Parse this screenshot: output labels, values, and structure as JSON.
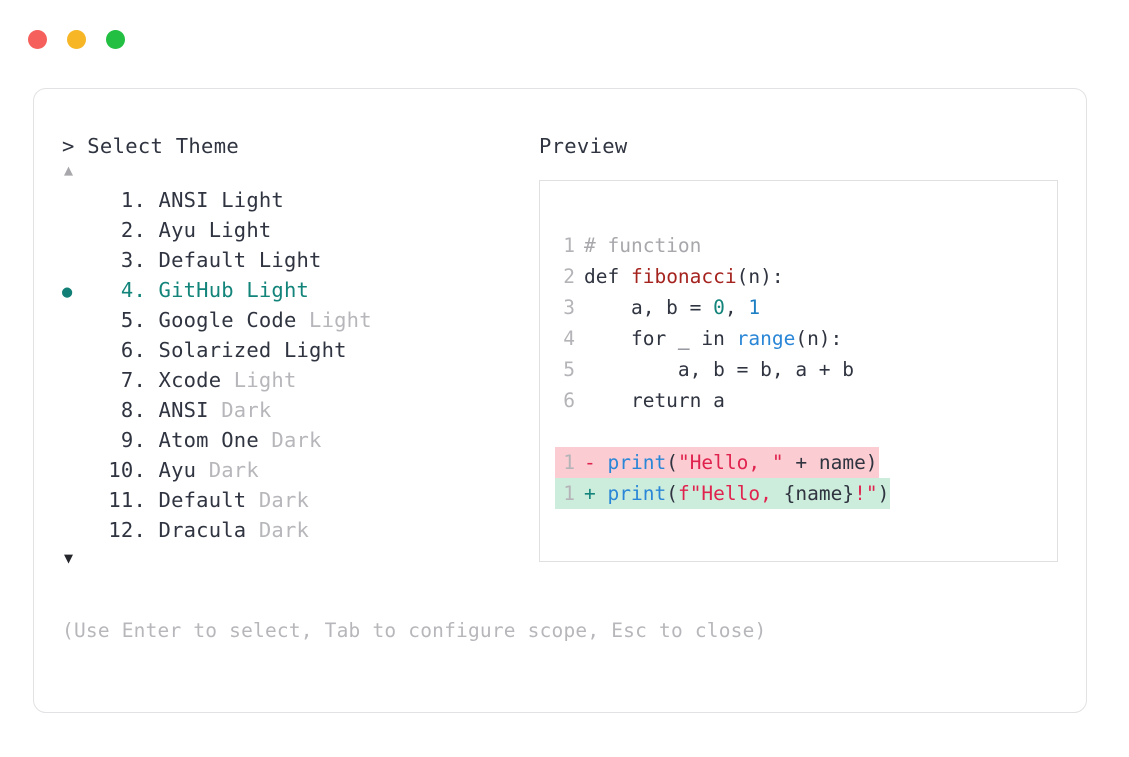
{
  "window": {
    "traffic_lights": [
      {
        "name": "close",
        "color": "#f6605c"
      },
      {
        "name": "minimize",
        "color": "#f6b626"
      },
      {
        "name": "maximize",
        "color": "#22bf42"
      }
    ]
  },
  "picker": {
    "prompt": "> Select Theme",
    "scroll_up_icon": "▲",
    "scroll_down_icon": "▼",
    "selected_index": 4,
    "selected_bullet": "●",
    "items": [
      {
        "index": "1.",
        "name": "ANSI",
        "variant": " Light",
        "variant_dim": false,
        "selected": false
      },
      {
        "index": "2.",
        "name": "Ayu",
        "variant": " Light",
        "variant_dim": false,
        "selected": false
      },
      {
        "index": "3.",
        "name": "Default",
        "variant": " Light",
        "variant_dim": false,
        "selected": false
      },
      {
        "index": "4.",
        "name": "GitHub",
        "variant": " Light",
        "variant_dim": false,
        "selected": true
      },
      {
        "index": "5.",
        "name": "Google Code",
        "variant": " Light",
        "variant_dim": true,
        "selected": false
      },
      {
        "index": "6.",
        "name": "Solarized",
        "variant": " Light",
        "variant_dim": false,
        "selected": false
      },
      {
        "index": "7.",
        "name": "Xcode",
        "variant": " Light",
        "variant_dim": true,
        "selected": false
      },
      {
        "index": "8.",
        "name": "ANSI",
        "variant": " Dark",
        "variant_dim": true,
        "selected": false
      },
      {
        "index": "9.",
        "name": "Atom One",
        "variant": " Dark",
        "variant_dim": true,
        "selected": false
      },
      {
        "index": "10.",
        "name": "Ayu",
        "variant": " Dark",
        "variant_dim": true,
        "selected": false
      },
      {
        "index": "11.",
        "name": "Default",
        "variant": " Dark",
        "variant_dim": true,
        "selected": false
      },
      {
        "index": "12.",
        "name": "Dracula",
        "variant": " Dark",
        "variant_dim": true,
        "selected": false
      }
    ]
  },
  "preview": {
    "label": "Preview",
    "code_lines": [
      {
        "num": "1",
        "segments": [
          {
            "text": "# function",
            "cls": "tok-comment"
          }
        ]
      },
      {
        "num": "2",
        "segments": [
          {
            "text": "def ",
            "cls": "tok-def"
          },
          {
            "text": "fibonacci",
            "cls": "tok-fn"
          },
          {
            "text": "(n):",
            "cls": "tok-punct"
          }
        ]
      },
      {
        "num": "3",
        "segments": [
          {
            "text": "    a, b = ",
            "cls": "tok-plain"
          },
          {
            "text": "0",
            "cls": "tok-num-a"
          },
          {
            "text": ", ",
            "cls": "tok-plain"
          },
          {
            "text": "1",
            "cls": "tok-num-b"
          }
        ]
      },
      {
        "num": "4",
        "segments": [
          {
            "text": "    for _ in ",
            "cls": "tok-plain"
          },
          {
            "text": "range",
            "cls": "tok-builtin"
          },
          {
            "text": "(n):",
            "cls": "tok-punct"
          }
        ]
      },
      {
        "num": "5",
        "segments": [
          {
            "text": "        a, b = b, a + b",
            "cls": "tok-plain"
          }
        ]
      },
      {
        "num": "6",
        "segments": [
          {
            "text": "    return a",
            "cls": "tok-plain"
          }
        ]
      }
    ],
    "diff_lines": [
      {
        "num": "1",
        "kind": "del",
        "sign": "-",
        "segments": [
          {
            "text": "print",
            "cls": "tok-builtin"
          },
          {
            "text": "(",
            "cls": "tok-punct"
          },
          {
            "text": "\"Hello, \"",
            "cls": "tok-string"
          },
          {
            "text": " + name)",
            "cls": "tok-plain"
          }
        ]
      },
      {
        "num": "1",
        "kind": "add",
        "sign": "+",
        "segments": [
          {
            "text": "print",
            "cls": "tok-builtin"
          },
          {
            "text": "(",
            "cls": "tok-punct"
          },
          {
            "text": "f\"Hello, ",
            "cls": "tok-string"
          },
          {
            "text": "{name}",
            "cls": "tok-plain"
          },
          {
            "text": "!\"",
            "cls": "tok-string"
          },
          {
            "text": ")",
            "cls": "tok-punct"
          }
        ]
      }
    ]
  },
  "footer": {
    "hint": "(Use Enter to select, Tab to configure scope, Esc to close)"
  }
}
